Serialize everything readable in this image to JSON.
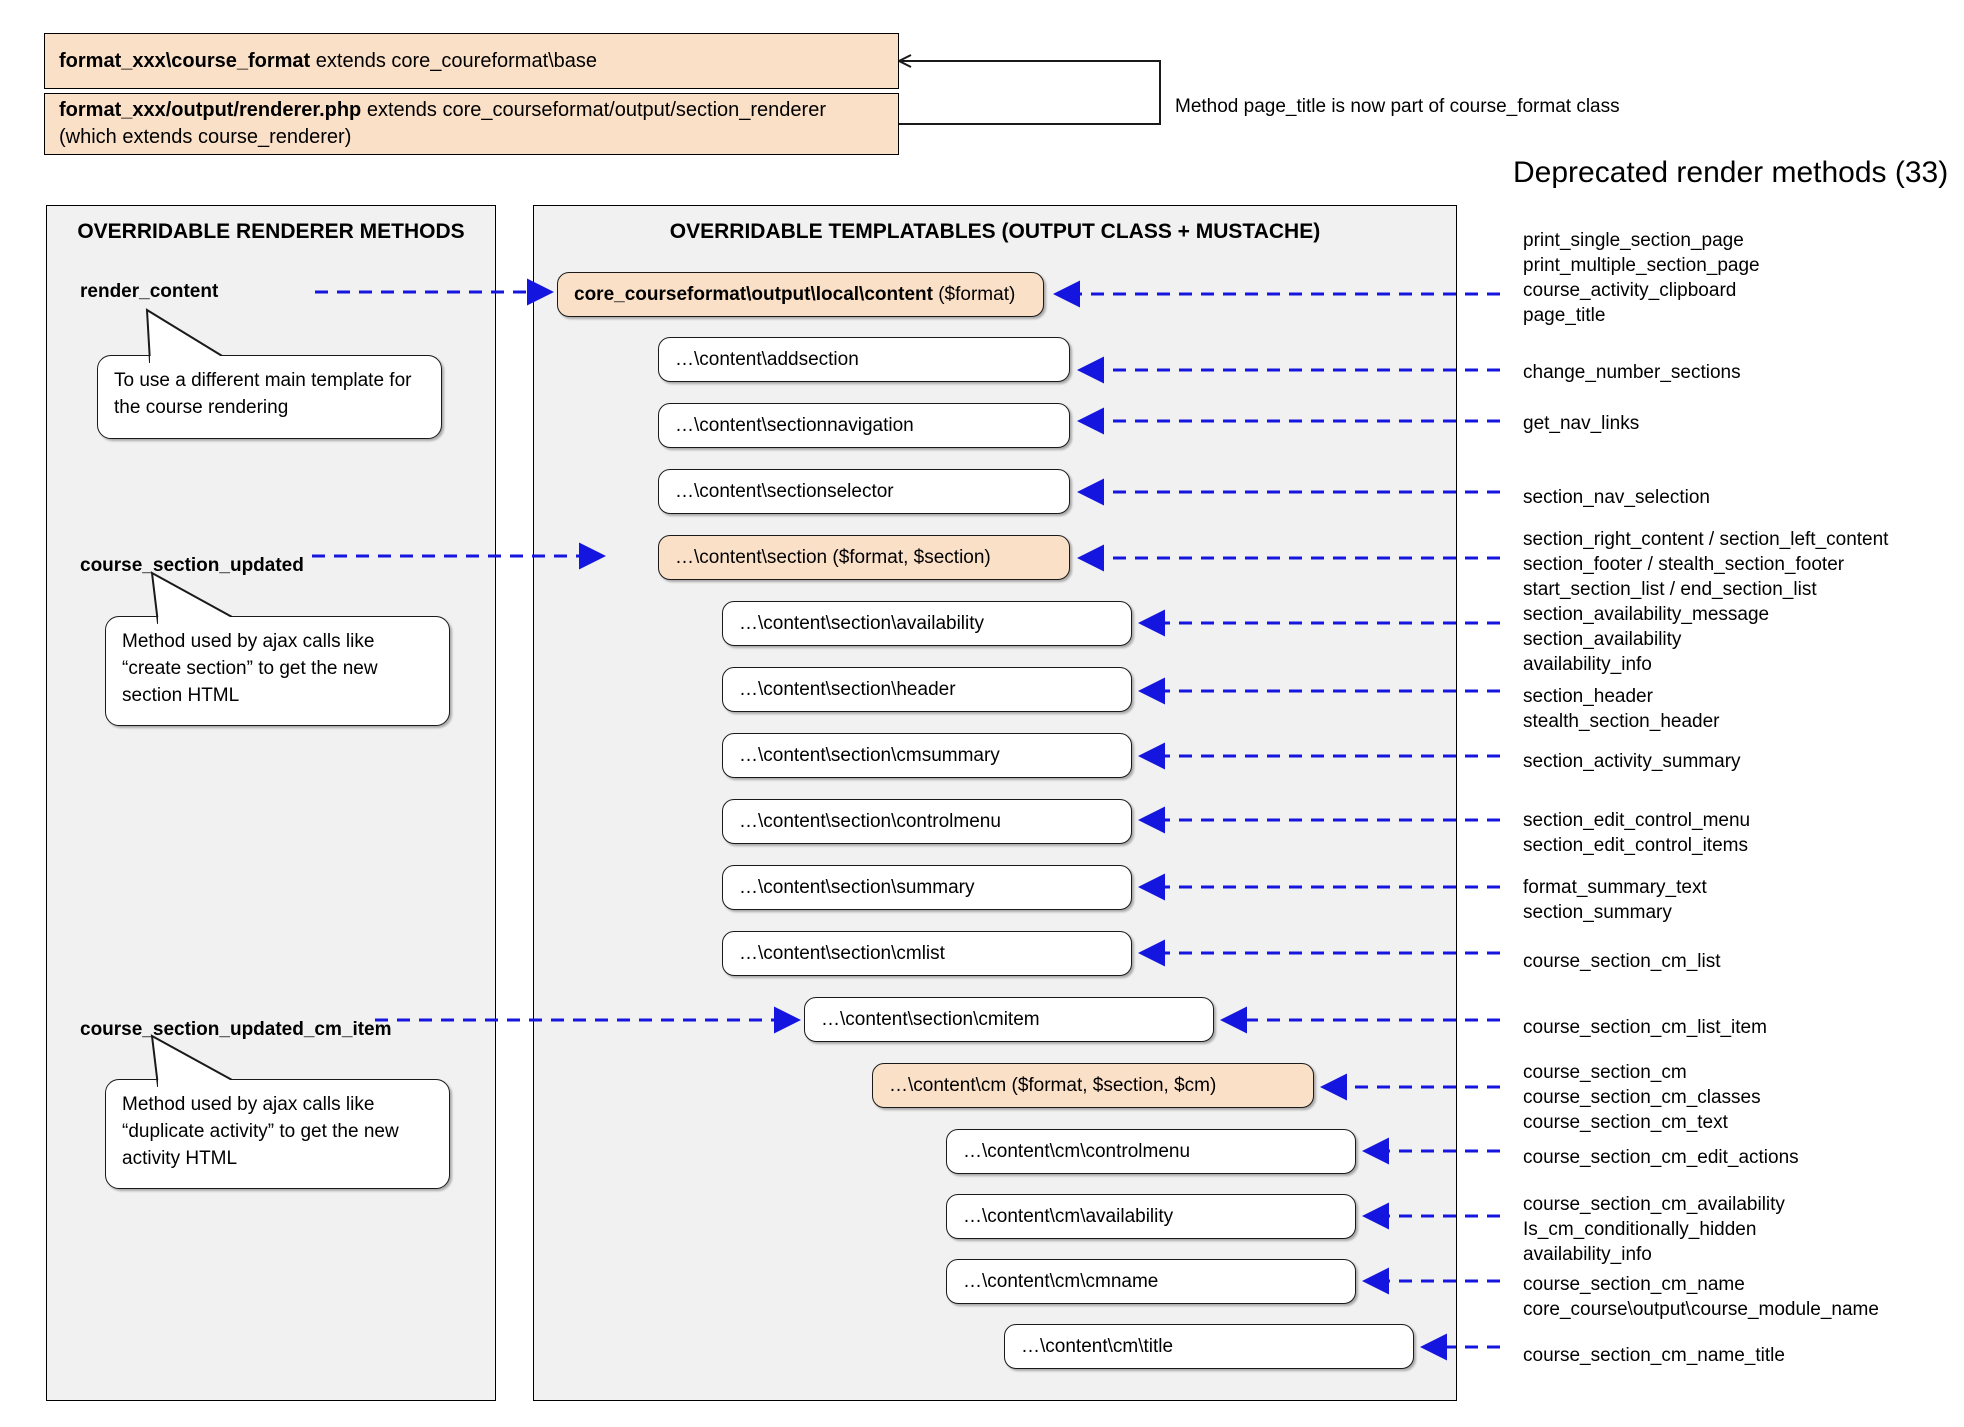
{
  "header": {
    "box1": {
      "bold": "format_xxx\\course_format",
      "rest": " extends core_coureformat\\base"
    },
    "box2": {
      "bold": "format_xxx/output/renderer.php",
      "rest": " extends core_courseformat/output/section_renderer (which extends course_renderer)"
    },
    "brace_note": "Method page_title is now part of course_format class",
    "deprecated_title": "Deprecated render methods (33)"
  },
  "panels": {
    "left_title": "OVERRIDABLE RENDERER METHODS",
    "right_title": "OVERRIDABLE TEMPLATABLES (OUTPUT CLASS + MUSTACHE)"
  },
  "renderer_methods": [
    {
      "name": "render_content"
    },
    {
      "name": "course_section_updated"
    },
    {
      "name": "course_section_updated_cm_item"
    }
  ],
  "callouts": [
    {
      "text": "To use a different main template for the course rendering"
    },
    {
      "text": "Method used by ajax calls like “create section” to get the new section HTML"
    },
    {
      "text": "Method used by ajax calls like “duplicate activity” to get the new activity HTML"
    }
  ],
  "templatables": [
    {
      "bold": "core_courseformat\\output\\local\\content",
      "rest": " ($format)",
      "highlight": true
    },
    {
      "bold": "",
      "rest": "…\\content\\addsection",
      "highlight": false
    },
    {
      "bold": "",
      "rest": "…\\content\\sectionnavigation",
      "highlight": false
    },
    {
      "bold": "",
      "rest": "…\\content\\sectionselector",
      "highlight": false
    },
    {
      "bold": "",
      "rest": "…\\content\\section ($format, $section)",
      "highlight": true
    },
    {
      "bold": "",
      "rest": "…\\content\\section\\availability",
      "highlight": false
    },
    {
      "bold": "",
      "rest": "…\\content\\section\\header",
      "highlight": false
    },
    {
      "bold": "",
      "rest": "…\\content\\section\\cmsummary",
      "highlight": false
    },
    {
      "bold": "",
      "rest": "…\\content\\section\\controlmenu",
      "highlight": false
    },
    {
      "bold": "",
      "rest": "…\\content\\section\\summary",
      "highlight": false
    },
    {
      "bold": "",
      "rest": "…\\content\\section\\cmlist",
      "highlight": false
    },
    {
      "bold": "",
      "rest": "…\\content\\section\\cmitem",
      "highlight": false
    },
    {
      "bold": "",
      "rest": "…\\content\\cm ($format, $section, $cm)",
      "highlight": true
    },
    {
      "bold": "",
      "rest": "…\\content\\cm\\controlmenu",
      "highlight": false
    },
    {
      "bold": "",
      "rest": "…\\content\\cm\\availability",
      "highlight": false
    },
    {
      "bold": "",
      "rest": "…\\content\\cm\\cmname",
      "highlight": false
    },
    {
      "bold": "",
      "rest": "…\\content\\cm\\title",
      "highlight": false
    }
  ],
  "deprecated_groups": [
    {
      "lines": "print_single_section_page\nprint_multiple_section_page\ncourse_activity_clipboard\npage_title"
    },
    {
      "lines": "change_number_sections"
    },
    {
      "lines": "get_nav_links"
    },
    {
      "lines": "section_nav_selection"
    },
    {
      "lines": "section_right_content / section_left_content\nsection_footer / stealth_section_footer\nstart_section_list / end_section_list"
    },
    {
      "lines": "section_availability_message\nsection_availability\navailability_info"
    },
    {
      "lines": "section_header\nstealth_section_header"
    },
    {
      "lines": "section_activity_summary"
    },
    {
      "lines": "section_edit_control_menu\nsection_edit_control_items"
    },
    {
      "lines": "format_summary_text\nsection_summary"
    },
    {
      "lines": "course_section_cm_list"
    },
    {
      "lines": "course_section_cm_list_item"
    },
    {
      "lines": "course_section_cm\ncourse_section_cm_classes\ncourse_section_cm_text"
    },
    {
      "lines": "course_section_cm_edit_actions"
    },
    {
      "lines": "course_section_cm_availability\nIs_cm_conditionally_hidden\navailability_info"
    },
    {
      "lines": "course_section_cm_name\ncore_course\\output\\course_module_name"
    },
    {
      "lines": "course_section_cm_name_title"
    }
  ],
  "colors": {
    "highlight_fill": "#fbe0c8",
    "panel_fill": "#f1f1f1",
    "arrow": "#1515e0",
    "stroke": "#1a1a1a"
  }
}
